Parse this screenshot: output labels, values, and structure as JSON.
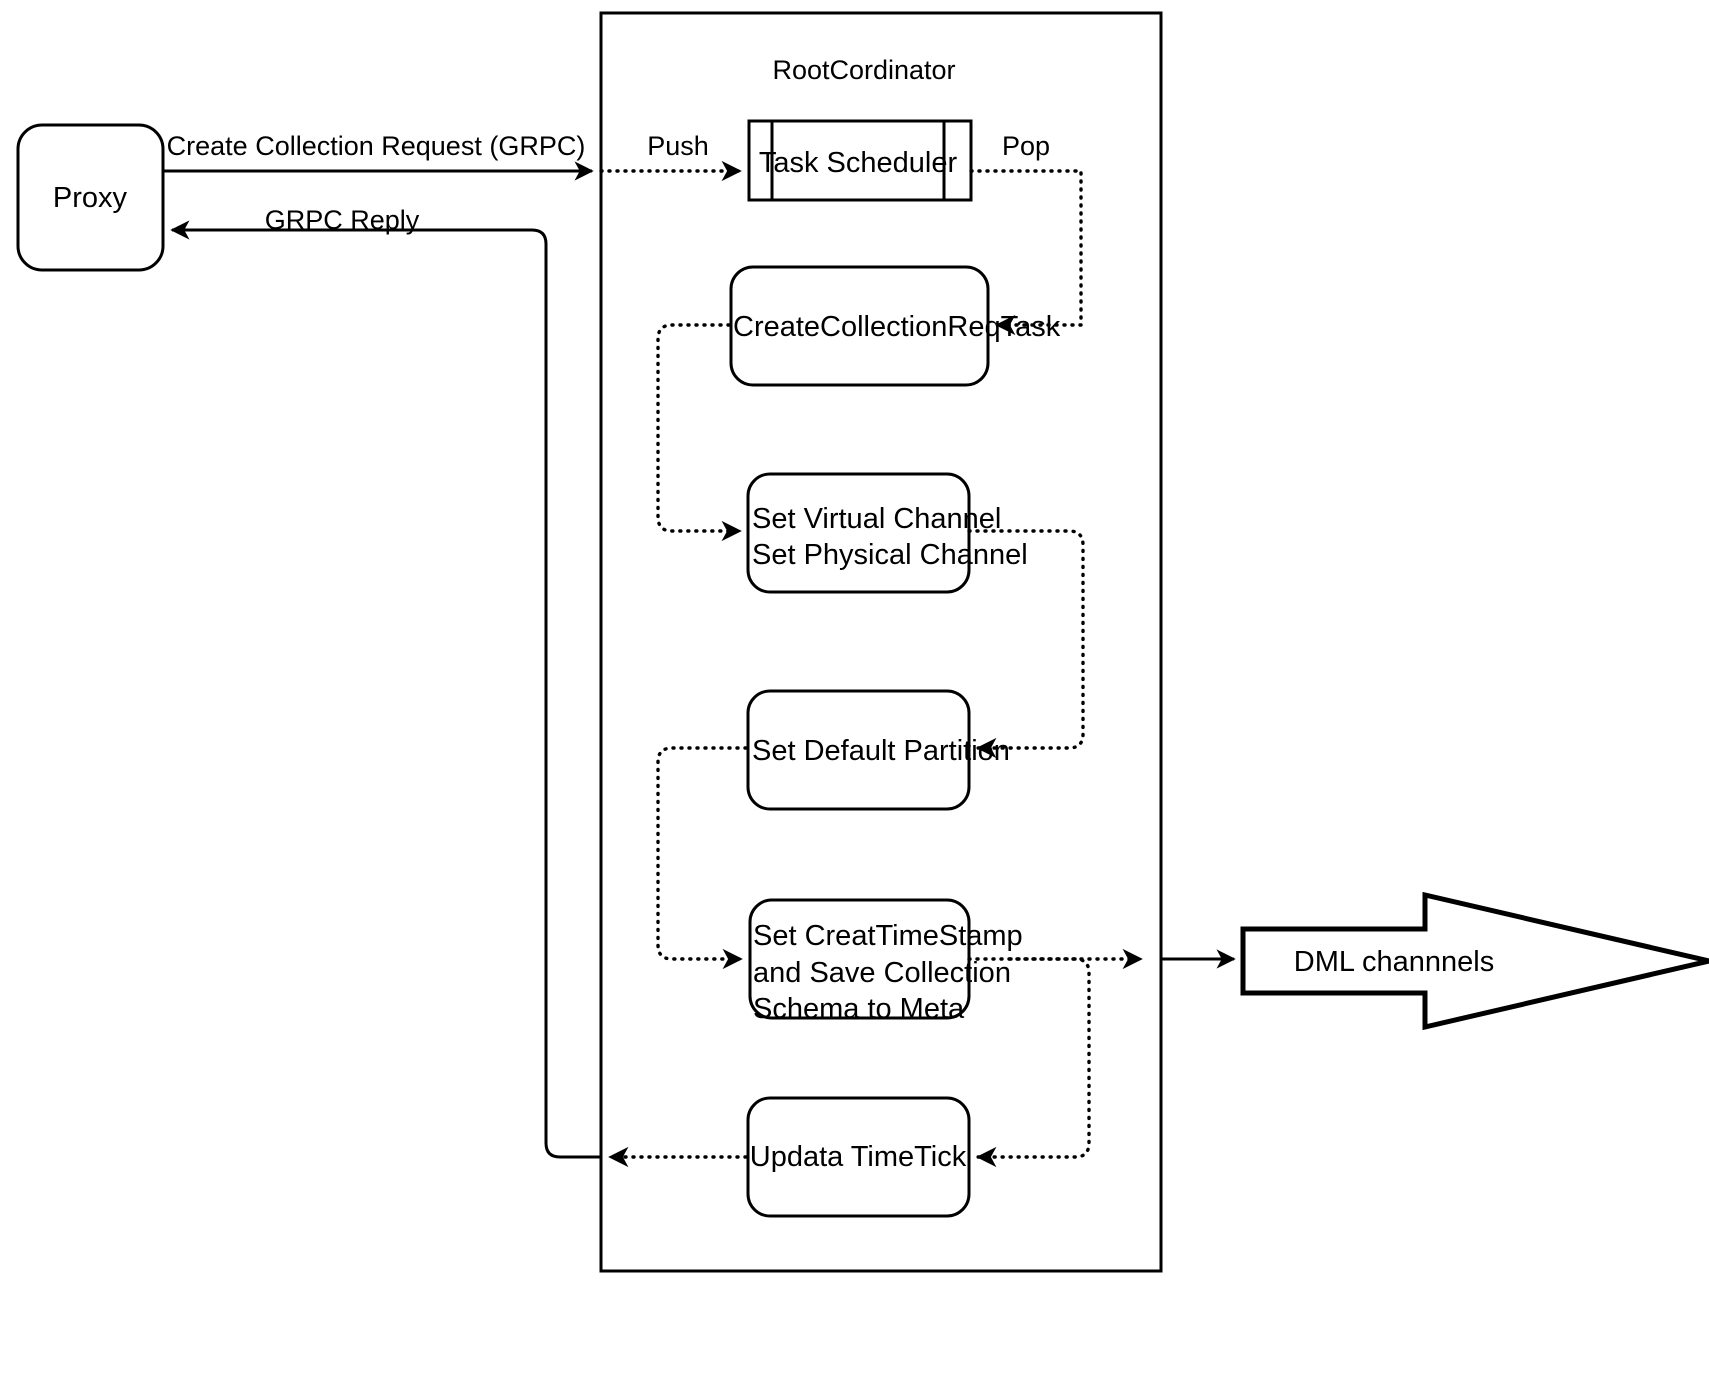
{
  "diagram": {
    "title_visible": false,
    "colors": {
      "stroke": "#000000",
      "fill": "#ffffff",
      "text": "#000000"
    },
    "container": {
      "label": "RootCordinator"
    },
    "nodes": {
      "proxy": "Proxy",
      "task_scheduler": "Task Scheduler",
      "create_collection_req_task": "CreateCollectionReqTask",
      "set_channels_line1": "Set Virtual Channel",
      "set_channels_line2": "Set Physical Channel",
      "set_default_partition": "Set Default Partition",
      "set_timestamp_line1": "Set CreatTimeStamp",
      "set_timestamp_line2": "and Save Collection",
      "set_timestamp_line3": "Schema to Meta",
      "update_timetick": "Updata TimeTick",
      "dml_channels": "DML channnels"
    },
    "edge_labels": {
      "create_collection_request": "Create Collection Request (GRPC)",
      "grpc_reply": "GRPC Reply",
      "push": "Push",
      "pop": "Pop"
    }
  }
}
